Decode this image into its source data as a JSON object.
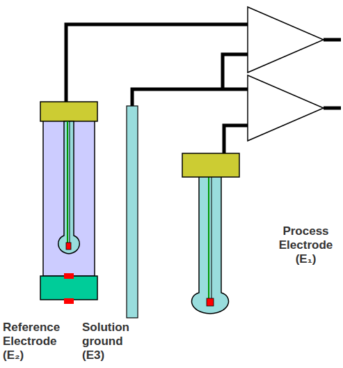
{
  "diagram": {
    "labels": [
      "Reference Electrode (E₂)",
      "Solution ground (E3)",
      "Process Electrode (E₁)"
    ]
  }
}
